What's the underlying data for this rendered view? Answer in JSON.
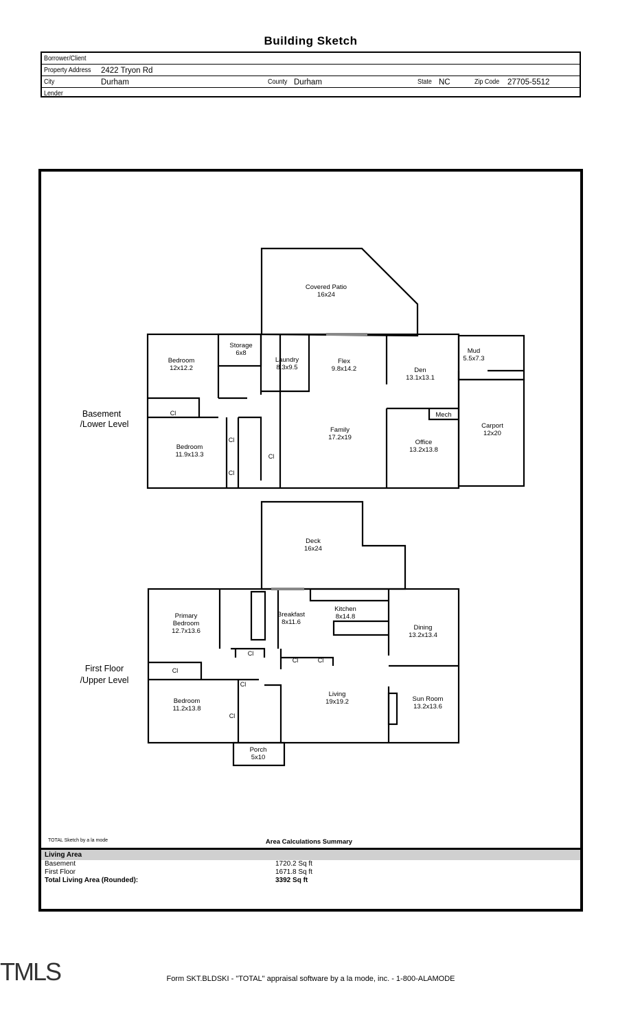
{
  "title": "Building Sketch",
  "header": {
    "borrower_label": "Borrower/Client",
    "borrower": "",
    "address_label": "Property Address",
    "address": "2422 Tryon Rd",
    "city_label": "City",
    "city": "Durham",
    "county_label": "County",
    "county": "Durham",
    "state_label": "State",
    "state": "NC",
    "zip_label": "Zip Code",
    "zip": "27705-5512",
    "lender_label": "Lender",
    "lender": ""
  },
  "sketch": {
    "basement_label": [
      "Basement",
      "/Lower Level"
    ],
    "first_label": [
      "First Floor",
      "/Upper Level"
    ],
    "basement_rooms": [
      {
        "name": "Covered Patio",
        "dim": "16x24"
      },
      {
        "name": "Storage",
        "dim": "6x8"
      },
      {
        "name": "Bedroom",
        "dim": "12x12.2"
      },
      {
        "name": "Laundry",
        "dim": "8.3x9.5"
      },
      {
        "name": "Flex",
        "dim": "9.8x14.2"
      },
      {
        "name": "Den",
        "dim": "13.1x13.1"
      },
      {
        "name": "Mud",
        "dim": "5.5x7.3"
      },
      {
        "name": "Bedroom",
        "dim": "11.9x13.3"
      },
      {
        "name": "Family",
        "dim": "17.2x19"
      },
      {
        "name": "Office",
        "dim": "13.2x13.8"
      },
      {
        "name": "Carport",
        "dim": "12x20"
      },
      {
        "name": "Mech",
        "dim": ""
      }
    ],
    "first_rooms": [
      {
        "name": "Deck",
        "dim": "16x24"
      },
      {
        "name": "Primary Bedroom",
        "dim": "12.7x13.6"
      },
      {
        "name": "Breakfast",
        "dim": "8x11.6"
      },
      {
        "name": "Kitchen",
        "dim": "8x14.8"
      },
      {
        "name": "Dining",
        "dim": "13.2x13.4"
      },
      {
        "name": "Bedroom",
        "dim": "11.2x13.8"
      },
      {
        "name": "Living",
        "dim": "19x19.2"
      },
      {
        "name": "Sun Room",
        "dim": "13.2x13.6"
      },
      {
        "name": "Porch",
        "dim": "5x10"
      }
    ],
    "closet": "Cl",
    "credit": "TOTAL Sketch by a la mode"
  },
  "summary": {
    "title": "Area Calculations Summary",
    "section": "Living Area",
    "rows": [
      {
        "label": "Basement",
        "value": "1720.2 Sq ft"
      },
      {
        "label": "First Floor",
        "value": "1671.8 Sq ft"
      }
    ],
    "total_label": "Total Living Area (Rounded):",
    "total_value": "3392 Sq ft"
  },
  "footer": "Form SKT.BLDSKI - \"TOTAL\" appraisal software by a la mode, inc. - 1-800-ALAMODE",
  "logo": "TMLS"
}
